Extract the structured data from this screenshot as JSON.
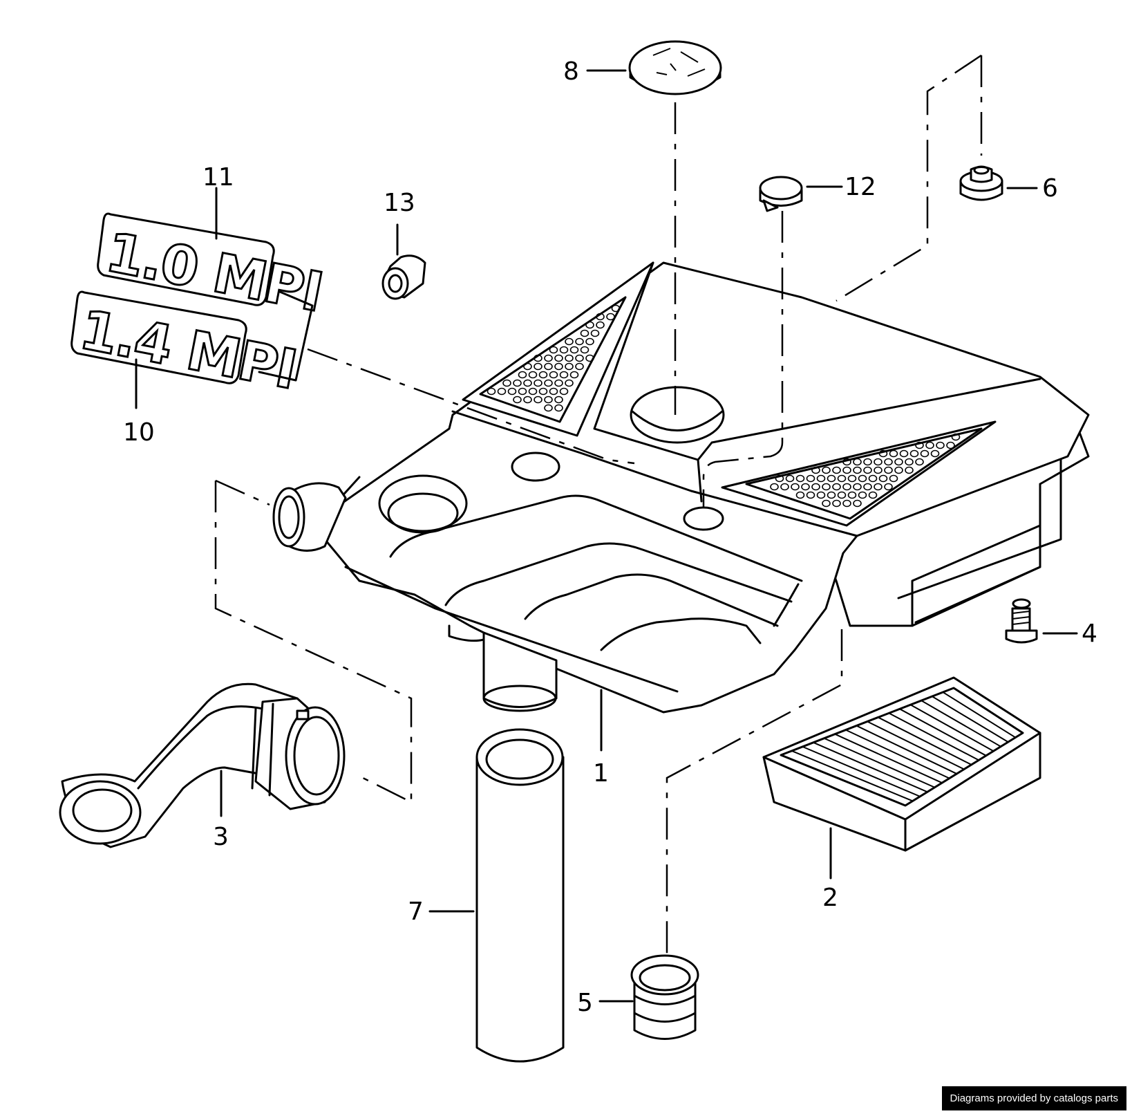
{
  "callouts": {
    "c1": "1",
    "c2": "2",
    "c3": "3",
    "c4": "4",
    "c5": "5",
    "c6": "6",
    "c7": "7",
    "c8": "8",
    "c10": "10",
    "c11": "11",
    "c12": "12",
    "c13": "13"
  },
  "badges": {
    "b11": "1.0 MPI",
    "b10": "1.4 MPI"
  },
  "footer": {
    "credit": "Diagrams provided by catalogs parts"
  }
}
